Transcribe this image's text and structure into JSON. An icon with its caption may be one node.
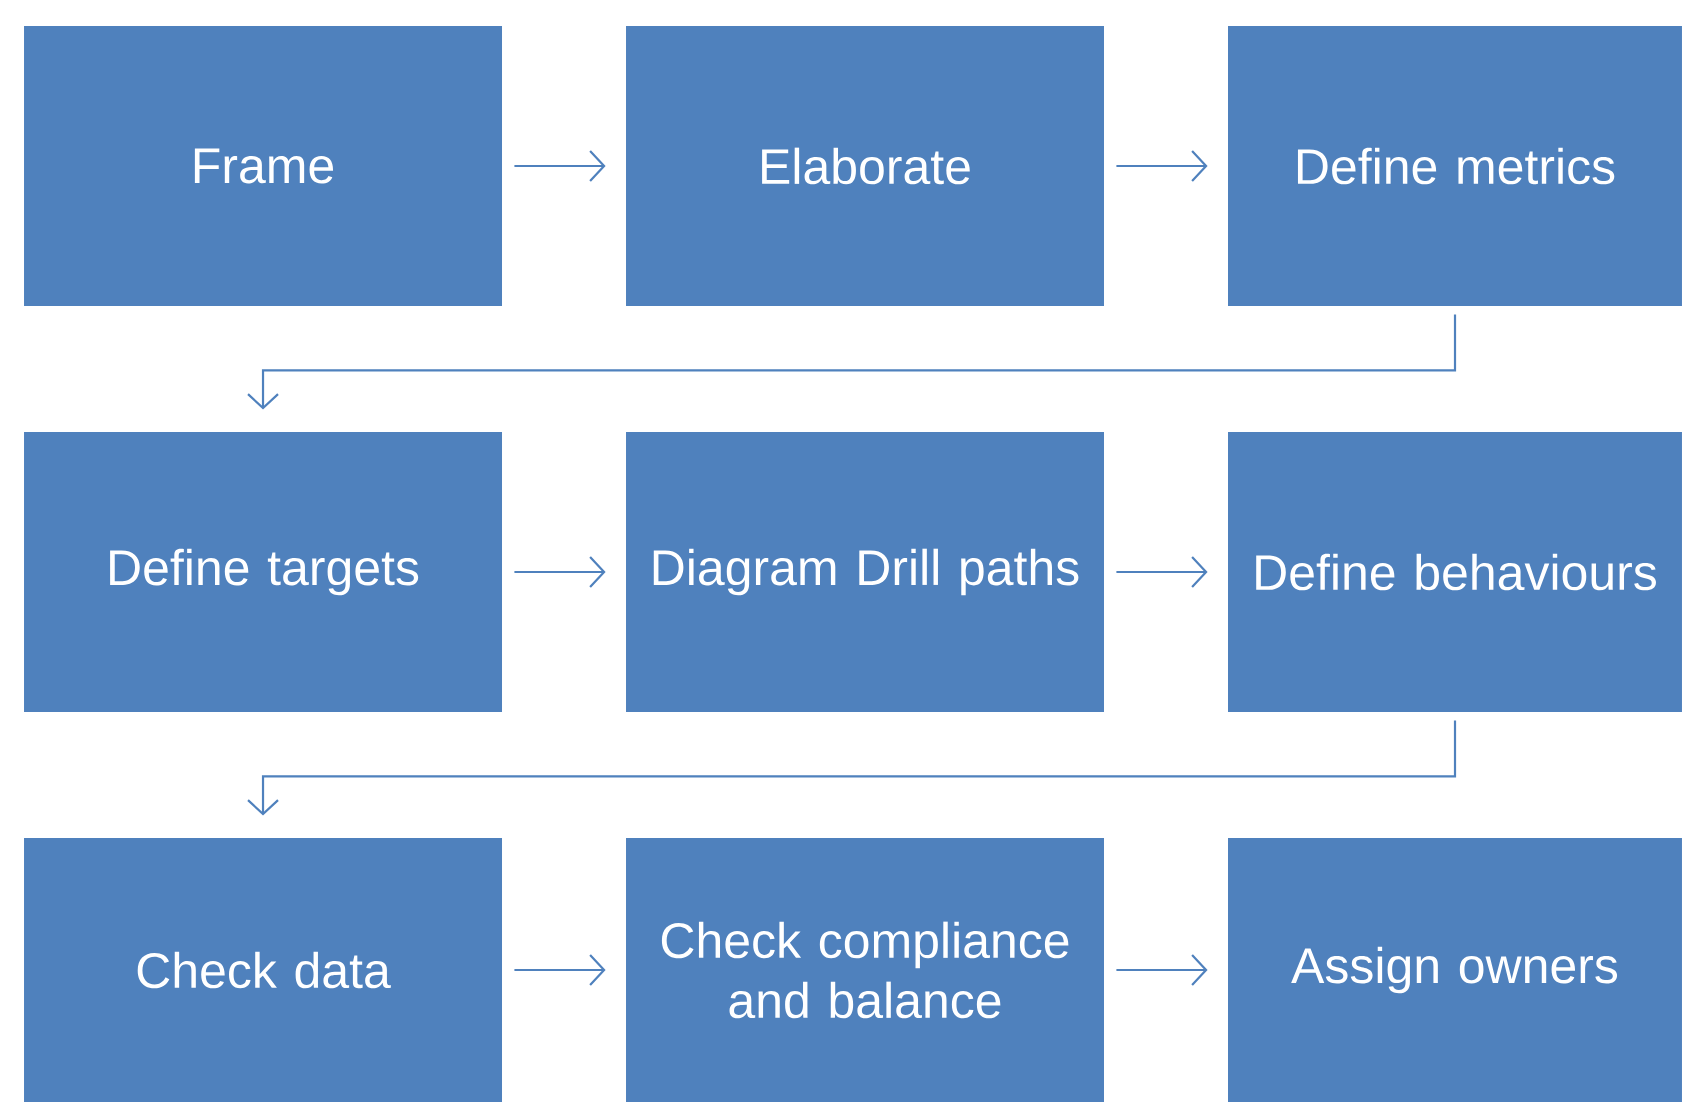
{
  "diagram": {
    "nodes": [
      {
        "text": [
          "Frame"
        ]
      },
      {
        "text": [
          "Elaborate"
        ]
      },
      {
        "text": [
          "Define metrics"
        ]
      },
      {
        "text": [
          "Define targets"
        ]
      },
      {
        "text": [
          "Diagram Drill paths"
        ]
      },
      {
        "text": [
          "Define behaviours"
        ]
      },
      {
        "text": [
          "Check data"
        ]
      },
      {
        "text": [
          "Check compliance and balance"
        ]
      },
      {
        "text": [
          "Assign owners"
        ]
      }
    ],
    "edges": [
      {
        "from": 0,
        "to": 1,
        "arrow": "to"
      },
      {
        "from": 1,
        "to": 2,
        "arrow": "to"
      },
      {
        "from": 2,
        "to": 3,
        "arrow": "to"
      },
      {
        "from": 3,
        "to": 4,
        "arrow": "to"
      },
      {
        "from": 4,
        "to": 5,
        "arrow": "to"
      },
      {
        "from": 5,
        "to": 6,
        "arrow": "to"
      },
      {
        "from": 6,
        "to": 7,
        "arrow": "to"
      },
      {
        "from": 7,
        "to": 8,
        "arrow": "to"
      }
    ]
  }
}
